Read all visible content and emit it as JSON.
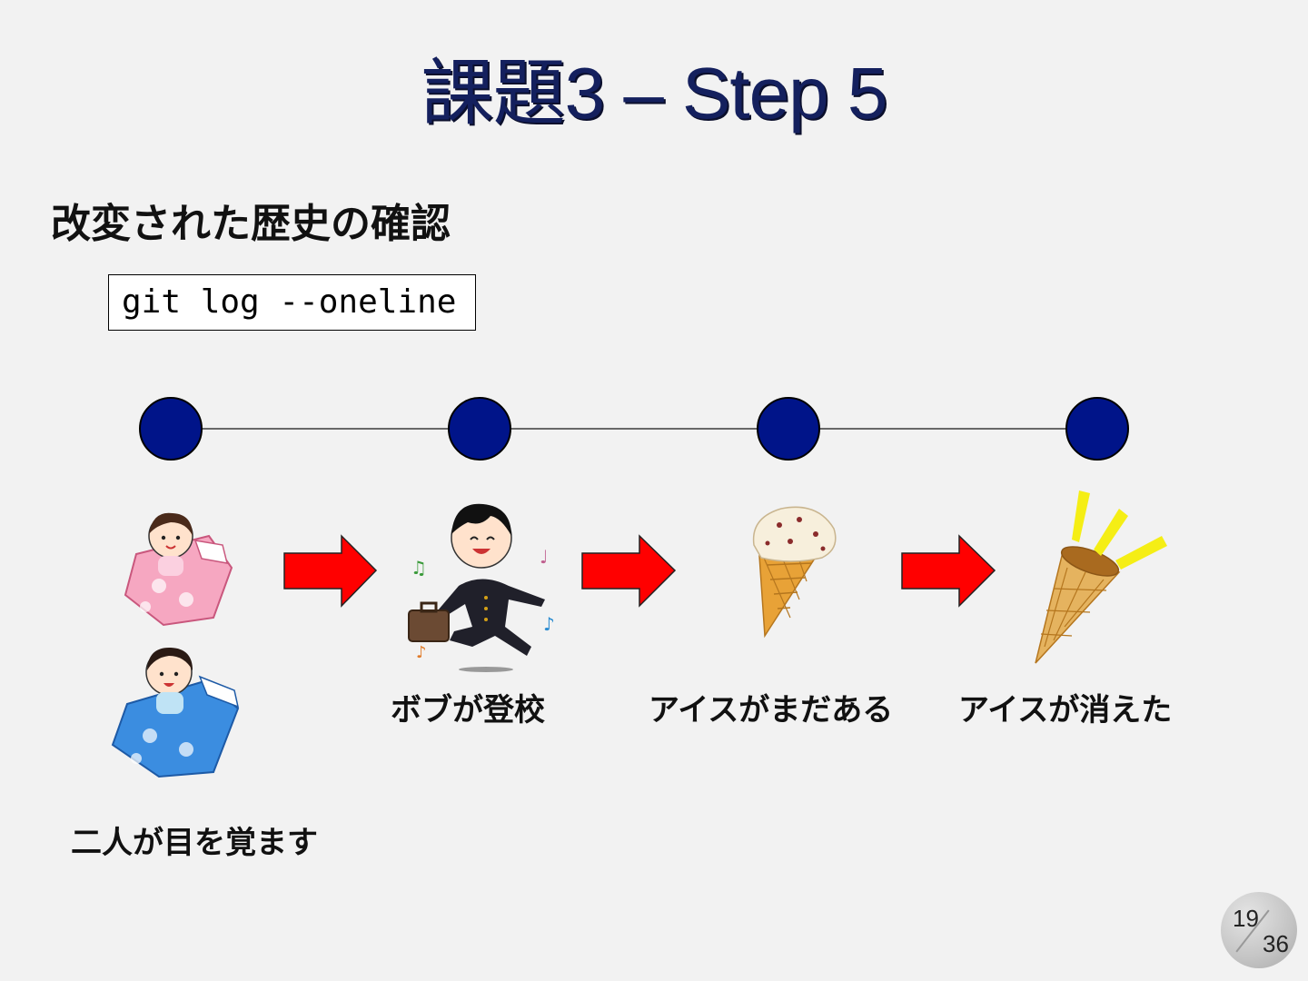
{
  "slide": {
    "title": "課題3 – Step 5",
    "heading": "改変された歴史の確認",
    "command": "git log --oneline"
  },
  "timeline": {
    "node_count": 4,
    "node_color": "#001489",
    "arrow_color": "#ff0000"
  },
  "steps": [
    {
      "label": "二人が目を覚ます",
      "icon": "sleeping-children-icon"
    },
    {
      "label": "ボブが登校",
      "icon": "student-going-to-school-icon"
    },
    {
      "label": "アイスがまだある",
      "icon": "ice-cream-cone-icon"
    },
    {
      "label": "アイスが消えた",
      "icon": "empty-cone-icon"
    }
  ],
  "page": {
    "current": "19",
    "total": "36"
  }
}
